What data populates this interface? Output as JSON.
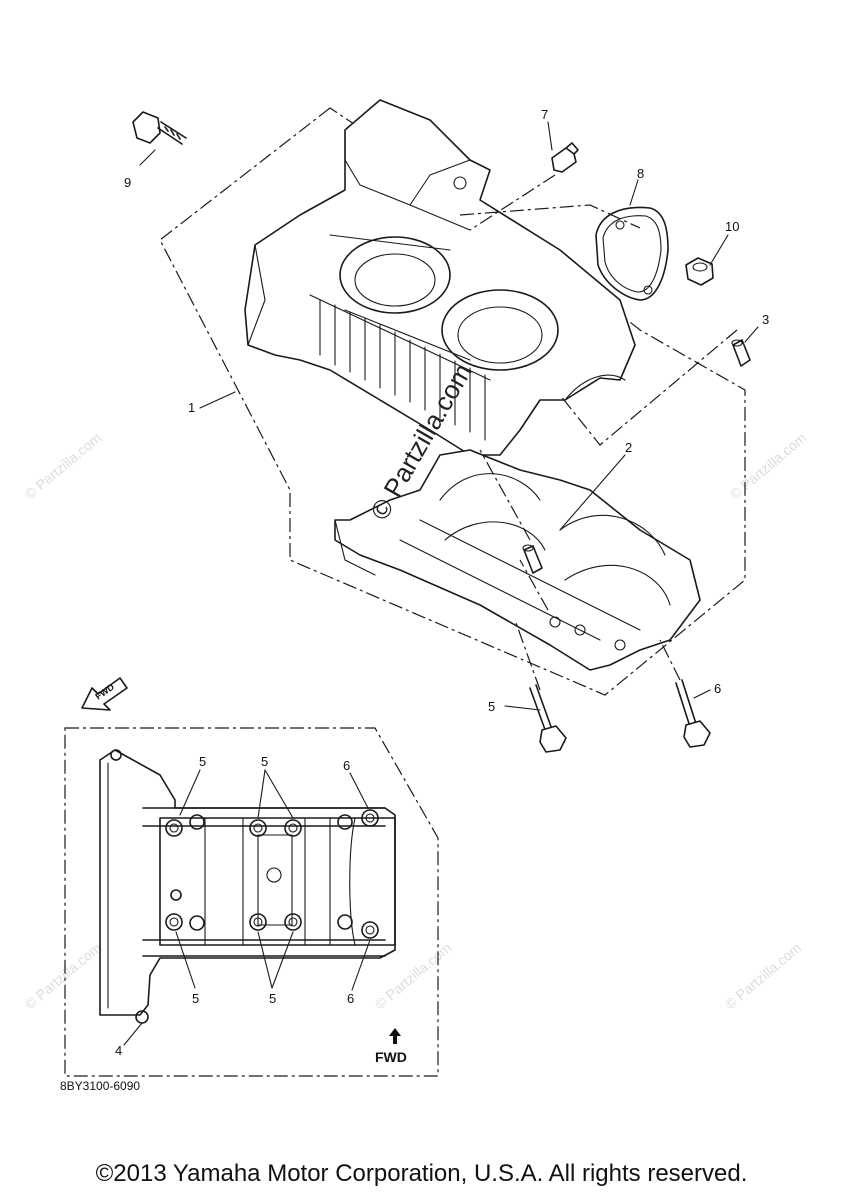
{
  "diagram": {
    "callouts": {
      "c1": "1",
      "c2": "2",
      "c3": "3",
      "c5": "5",
      "c6": "6",
      "c7": "7",
      "c8": "8",
      "c9": "9",
      "c10": "10"
    },
    "inset": {
      "labels": {
        "top5a": "5",
        "top5b": "5",
        "top6": "6",
        "bot5a": "5",
        "bot5b": "5",
        "bot6": "6",
        "l4": "4"
      },
      "fwd_label": "FWD"
    },
    "fwd_badge": "FWD",
    "part_code": "8BY3100-6090",
    "watermark": "© Partzilla.com",
    "corner_watermark": "© Partzilla.com"
  },
  "footer": {
    "copyright": "©2013 Yamaha Motor Corporation, U.S.A. All rights reserved."
  }
}
